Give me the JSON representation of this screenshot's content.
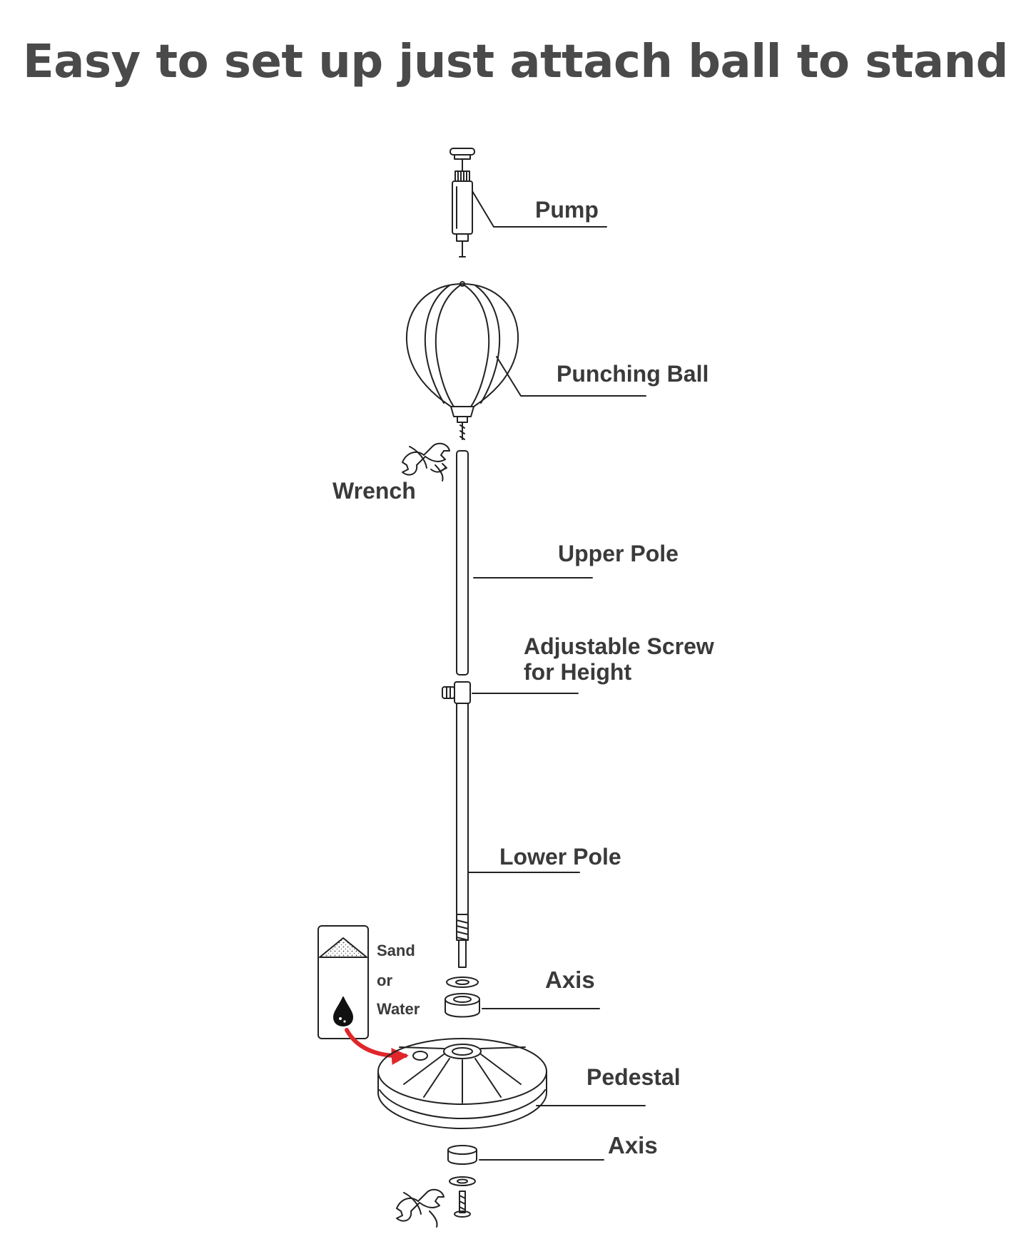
{
  "title": "Easy to set up just attach ball to stand",
  "labels": {
    "pump": "Pump",
    "punching_ball": "Punching Ball",
    "wrench": "Wrench",
    "upper_pole": "Upper Pole",
    "adjustable_screw": "Adjustable Screw\nfor Height",
    "lower_pole": "Lower Pole",
    "axis_top": "Axis",
    "pedestal": "Pedestal",
    "axis_bottom": "Axis"
  },
  "fill_box": {
    "sand": "Sand",
    "or": "or",
    "water": "Water"
  },
  "colors": {
    "title": "#4a4a4a",
    "line": "#222222",
    "arrow": "#e0262b"
  },
  "icons": [
    "pump-icon",
    "punching-ball-icon",
    "wrench-icon",
    "pole-icon",
    "screw-icon",
    "axis-icon",
    "pedestal-icon",
    "sand-icon",
    "water-drop-icon",
    "arrow-icon"
  ]
}
